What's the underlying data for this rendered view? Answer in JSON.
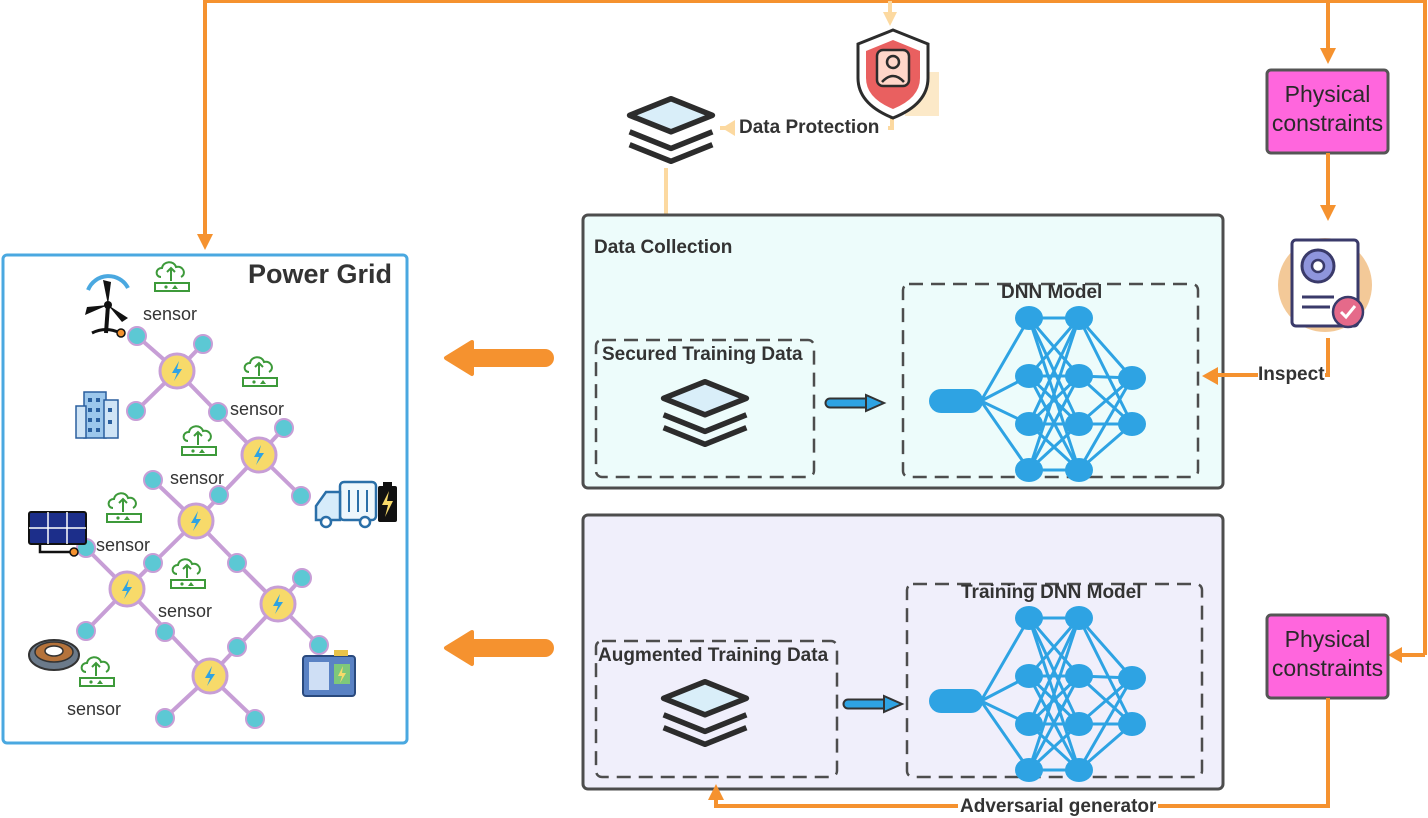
{
  "power_grid": {
    "title": "Power Grid",
    "sensor_labels": [
      "sensor",
      "sensor",
      "sensor",
      "sensor",
      "sensor",
      "sensor"
    ]
  },
  "data_protection": {
    "label": "Data Protection"
  },
  "data_collection": {
    "label": "Data Collection"
  },
  "upper_panel": {
    "training_data_label": "Secured Training Data",
    "model_label": "DNN Model"
  },
  "lower_panel": {
    "training_data_label": "Augmented Training Data",
    "model_label": "Training DNN Model"
  },
  "physical_constraints_top": {
    "line1": "Physical",
    "line2": "constraints"
  },
  "physical_constraints_bottom": {
    "line1": "Physical",
    "line2": "constraints"
  },
  "inspect": {
    "label": "Inspect"
  },
  "adversarial": {
    "label": "Adversarial generator"
  },
  "colors": {
    "orange": "#f5922f",
    "light_orange": "#fcd9a0",
    "grid_border": "#4aa8e0",
    "upper_panel_bg": "#edfcfb",
    "lower_panel_bg": "#f0effb",
    "constraint_fill": "#ff66dd",
    "nn_blue": "#2ea3e3",
    "node_teal": "#5cc8d4",
    "node_edge": "#c79ed6",
    "hub_yellow": "#f7da6a"
  },
  "icons": [
    "wind-turbine-icon",
    "building-icon",
    "solar-panel-icon",
    "ev-truck-icon",
    "generator-icon",
    "motor-icon",
    "cloud-sensor-icon",
    "shield-user-icon",
    "data-layers-icon",
    "gear-document-icon",
    "lightning-hub-icon"
  ]
}
